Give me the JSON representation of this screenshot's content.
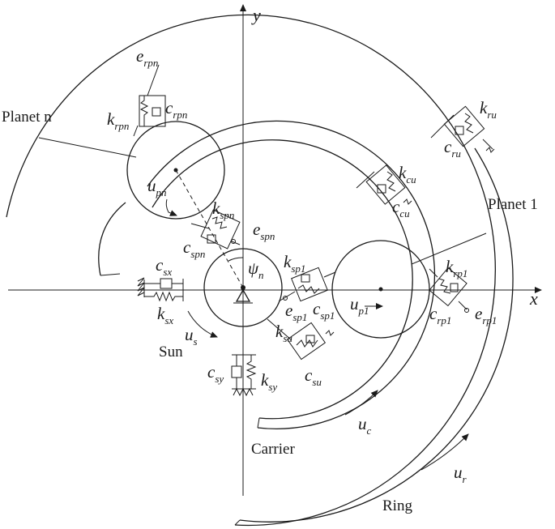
{
  "axes": {
    "x": "x",
    "y": "y"
  },
  "names": {
    "planet_n": "Planet n",
    "planet_1": "Planet 1",
    "sun": "Sun",
    "carrier": "Carrier",
    "ring": "Ring"
  },
  "labels": [
    {
      "id": "e-rpn",
      "main": "e",
      "sub": "rpn"
    },
    {
      "id": "k-rpn",
      "main": "k",
      "sub": "rpn"
    },
    {
      "id": "c-rpn",
      "main": "c",
      "sub": "rpn"
    },
    {
      "id": "u-pn",
      "main": "u",
      "sub": "pn"
    },
    {
      "id": "k-spn",
      "main": "k",
      "sub": "spn"
    },
    {
      "id": "c-spn",
      "main": "c",
      "sub": "spn"
    },
    {
      "id": "e-spn",
      "main": "e",
      "sub": "spn"
    },
    {
      "id": "psi-n",
      "main": "ψ",
      "sub": "n"
    },
    {
      "id": "k-ru",
      "main": "k",
      "sub": "ru"
    },
    {
      "id": "c-ru",
      "main": "c",
      "sub": "ru"
    },
    {
      "id": "k-cu",
      "main": "k",
      "sub": "cu"
    },
    {
      "id": "c-cu",
      "main": "c",
      "sub": "cu"
    },
    {
      "id": "k-sp1",
      "main": "k",
      "sub": "sp1"
    },
    {
      "id": "c-sp1",
      "main": "c",
      "sub": "sp1"
    },
    {
      "id": "e-sp1",
      "main": "e",
      "sub": "sp1"
    },
    {
      "id": "u-p1",
      "main": "u",
      "sub": "p1"
    },
    {
      "id": "k-rp1",
      "main": "k",
      "sub": "rp1"
    },
    {
      "id": "c-rp1",
      "main": "c",
      "sub": "rp1"
    },
    {
      "id": "e-rp1",
      "main": "e",
      "sub": "rp1"
    },
    {
      "id": "c-sx",
      "main": "c",
      "sub": "sx"
    },
    {
      "id": "k-sx",
      "main": "k",
      "sub": "sx"
    },
    {
      "id": "u-s",
      "main": "u",
      "sub": "s"
    },
    {
      "id": "k-su",
      "main": "k",
      "sub": "su"
    },
    {
      "id": "c-su",
      "main": "c",
      "sub": "su"
    },
    {
      "id": "c-sy",
      "main": "c",
      "sub": "sy"
    },
    {
      "id": "k-sy",
      "main": "k",
      "sub": "sy"
    },
    {
      "id": "u-c",
      "main": "u",
      "sub": "c"
    },
    {
      "id": "u-r",
      "main": "u",
      "sub": "r"
    }
  ]
}
